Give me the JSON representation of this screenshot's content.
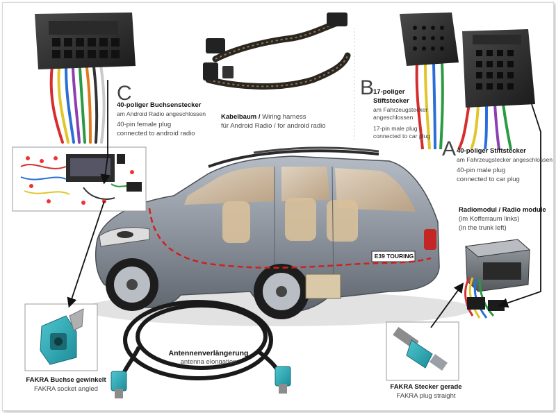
{
  "connector_c": {
    "letter": "C",
    "title_de": "40-poliger Buchsenstecker",
    "desc_de": "am Android Radio angeschlossen",
    "title_en": "40-pin female plug",
    "desc_en": "connected to android radio"
  },
  "harness": {
    "title_de": "Kabelbaum /",
    "title_en_inline": "Wiring harness",
    "desc_de": "für Android Radio / for android radio"
  },
  "connector_b": {
    "letter": "B",
    "title_de_1": "17-poliger",
    "title_de_2": "Stiftstecker",
    "desc_de_1": "am Fahrzeugstecker",
    "desc_de_2": "angeschlossen",
    "desc_en_1": "17-pin male plug",
    "desc_en_2": "connected to car plug"
  },
  "connector_a": {
    "letter": "A",
    "title_de": "40-poliger Stiftstecker",
    "desc_de": "am Fahrzeugstecker angeschlossen",
    "title_en": "40-pin male plug",
    "desc_en": "connected to car plug"
  },
  "radio_module": {
    "title": "Radiomodul / Radio module",
    "line1": "(im Kofferraum links)",
    "line2": "(in the trunk left)"
  },
  "car": {
    "badge": "E39 TOURING"
  },
  "antenna": {
    "title_de": "Antennenverlängerung",
    "title_en": "antenna elongation"
  },
  "fakra_socket": {
    "title_de": "FAKRA Buchse gewinkelt",
    "title_en": "FAKRA socket angled"
  },
  "fakra_plug": {
    "title_de": "FAKRA Stecker gerade",
    "title_en": "FAKRA plug straight"
  },
  "colors": {
    "car_body": "#8c939d",
    "fakra_teal": "#2aa7b3",
    "harness_dark": "#2b2620",
    "route_red": "#d0201c",
    "arrow": "#111111"
  }
}
